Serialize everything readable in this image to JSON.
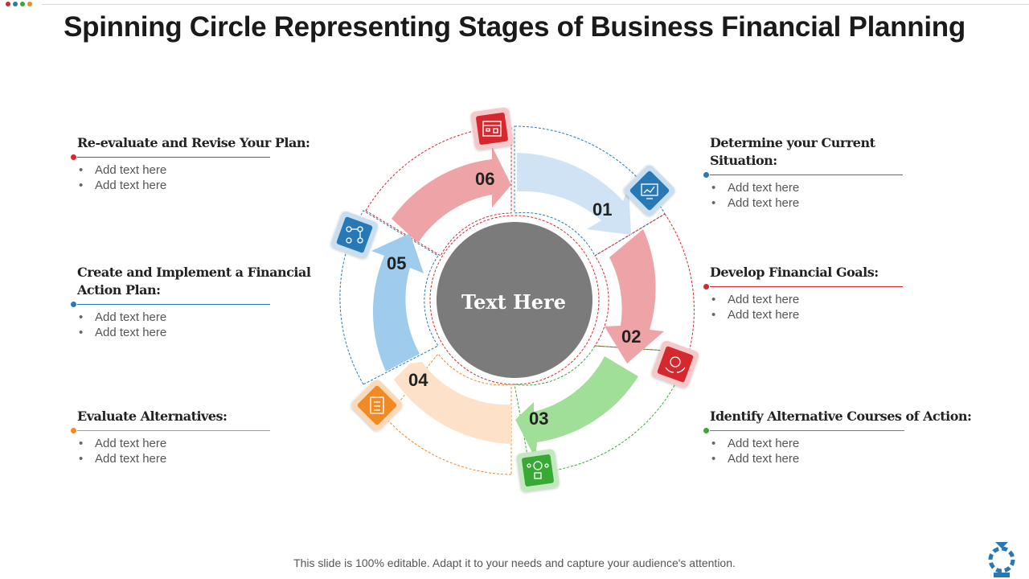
{
  "title": "Spinning Circle Representing Stages of Business Financial Planning",
  "center_text": "Text Here",
  "footer": "This slide is 100% editable. Adapt it to your needs and capture your audience's attention.",
  "colors": {
    "red": "#d6282f",
    "blue": "#2878b5",
    "green": "#39a935",
    "orange": "#f08a24",
    "dot_gray": "#7f7f7f"
  },
  "stages": [
    {
      "number": "01",
      "title": "Determine your Current Situation:",
      "bullets": [
        "Add text  here",
        "Add text  here"
      ],
      "color": "#2878b5",
      "icon": "finance-chart-icon"
    },
    {
      "number": "02",
      "title": "Develop Financial Goals:",
      "bullets": [
        "Add text  here",
        "Add text  here"
      ],
      "color": "#d6282f",
      "icon": "money-hands-icon"
    },
    {
      "number": "03",
      "title": "Identify Alternative Courses of Action:",
      "bullets": [
        "Add text  here",
        "Add text  here"
      ],
      "color": "#39a935",
      "icon": "idea-lock-icon"
    },
    {
      "number": "04",
      "title": "Evaluate Alternatives:",
      "bullets": [
        "Add text  here",
        "Add text  here"
      ],
      "color": "#f08a24",
      "icon": "clipboard-check-icon"
    },
    {
      "number": "05",
      "title": "Create and Implement a Financial Action Plan:",
      "bullets": [
        "Add text  here",
        "Add text  here"
      ],
      "color": "#2878b5",
      "icon": "network-plan-icon"
    },
    {
      "number": "06",
      "title": "Re-evaluate and Revise Your Plan:",
      "bullets": [
        "Add text  here",
        "Add text  here"
      ],
      "color": "#d6282f",
      "icon": "calendar-board-icon"
    }
  ]
}
